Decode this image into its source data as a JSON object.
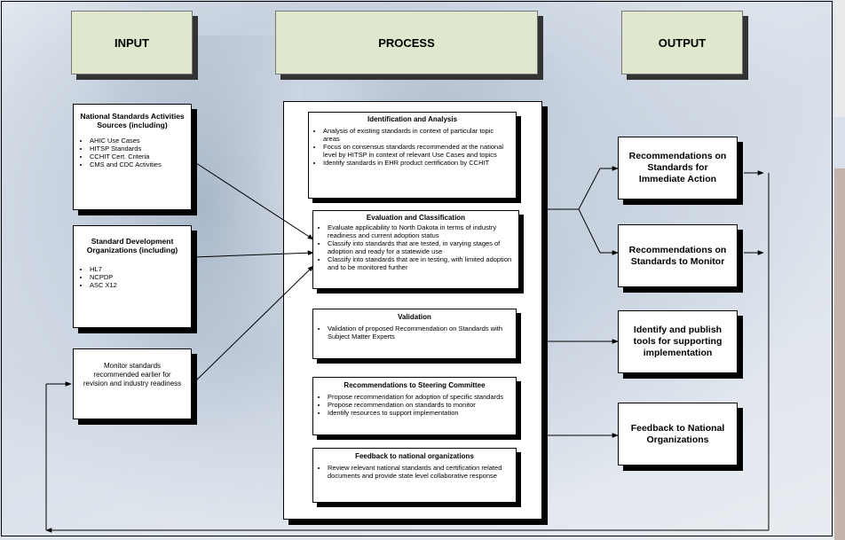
{
  "headers": {
    "input": "INPUT",
    "process": "PROCESS",
    "output": "OUTPUT"
  },
  "inputs": [
    {
      "title": "National Standards Activities Sources (including)",
      "items": [
        "AHIC Use Cases",
        "HITSP Standards",
        "CCHIT Cert. Criteria",
        "CMS and CDC Activities"
      ]
    },
    {
      "title": "Standard Development Organizations (including)",
      "items": [
        "HL7",
        "NCPDP",
        "ASC X12"
      ]
    },
    {
      "text": "Monitor standards recommended earlier for revision and industry readiness"
    }
  ],
  "process": [
    {
      "title": "Identification and Analysis",
      "items": [
        "Analysis of existing standards in context of particular topic areas",
        "Focus on consensus standards recommended at the national level by HITSP in context of relevant Use Cases and topics",
        "Identify standards in EHR product certification by CCHIT"
      ]
    },
    {
      "title": "Evaluation and Classification",
      "items": [
        "Evaluate applicability to North Dakota in terms of industry readiness and current adoption status",
        "Classify into standards  that are tested, in varying stages of adoption and ready for a statewide use",
        "Classify into standards that are in testing, with limited adoption and to be monitored further"
      ]
    },
    {
      "title": "Validation",
      "items": [
        "Validation of proposed Recommendation on Standards with Subject Matter Experts"
      ]
    },
    {
      "title": "Recommendations to Steering Committee",
      "items": [
        "Propose recommendation for adoption of specific standards",
        "Propose recommendation on standards to monitor",
        "Identify resources to support implementation"
      ]
    },
    {
      "title": "Feedback to national organizations",
      "items": [
        "Review relevant national standards and certification related documents and provide state level collaborative response"
      ]
    }
  ],
  "outputs": [
    "Recommendations on Standards for Immediate Action",
    "Recommendations on Standards to Monitor",
    "Identify and publish tools for supporting implementation",
    "Feedback to National Organizations"
  ]
}
